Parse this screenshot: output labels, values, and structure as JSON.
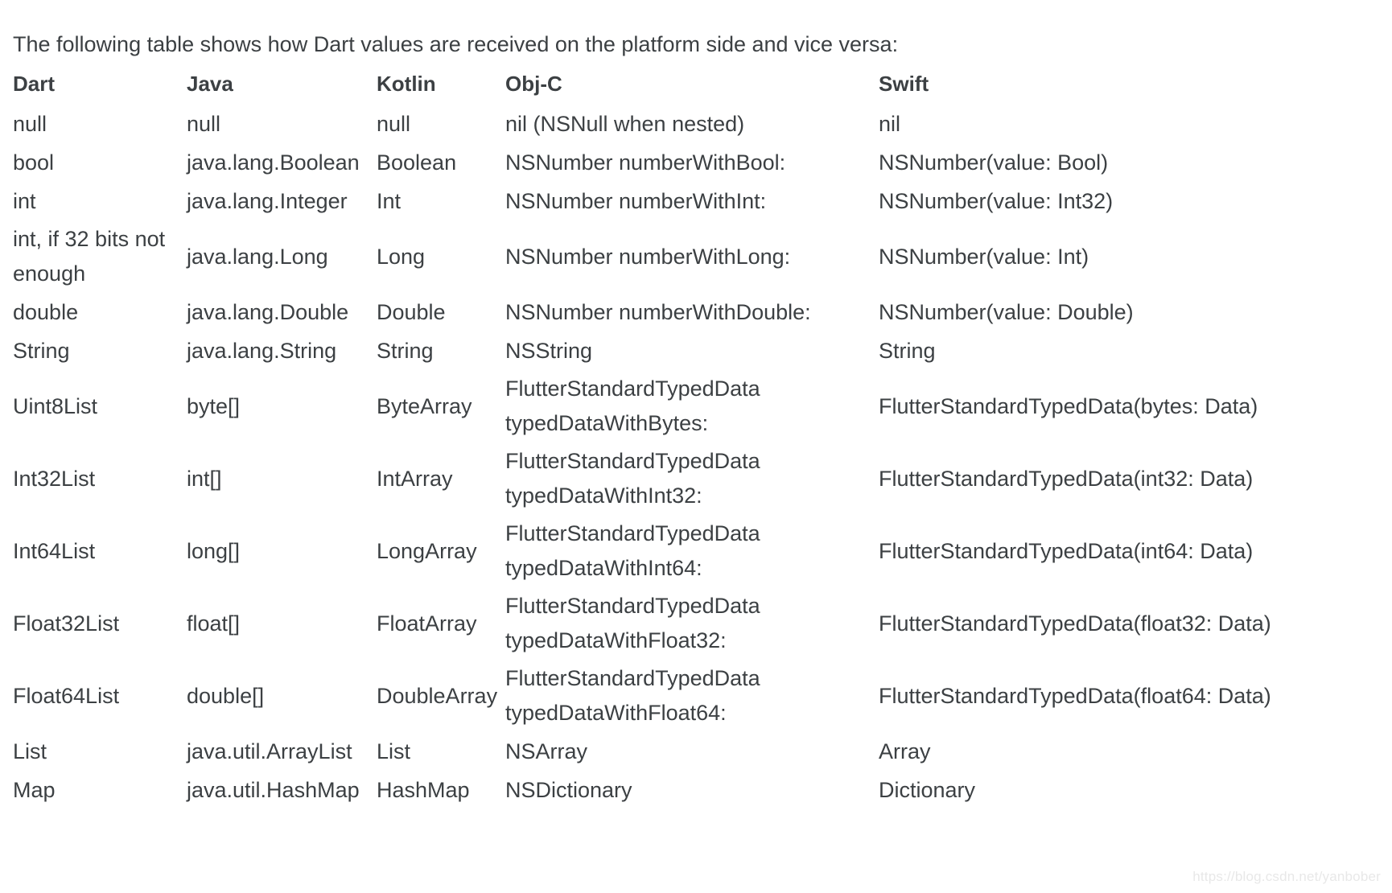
{
  "intro": {
    "text": "The following table shows how Dart values are received on the platform side and vice versa:"
  },
  "watermark": {
    "text": "https://blog.csdn.net/yanbober"
  },
  "colors": {
    "text": "#3c4043",
    "background": "#ffffff",
    "watermark": "#e8e8e8"
  },
  "table": {
    "headers": [
      "Dart",
      "Java",
      "Kotlin",
      "Obj-C",
      "Swift"
    ],
    "rows": [
      {
        "dart": "null",
        "java": "null",
        "kotlin": "null",
        "objc": "nil (NSNull when nested)",
        "swift": "nil",
        "tall": false
      },
      {
        "dart": "bool",
        "java": "java.lang.Boolean",
        "kotlin": "Boolean",
        "objc": "NSNumber numberWithBool:",
        "swift": "NSNumber(value: Bool)",
        "tall": false
      },
      {
        "dart": "int",
        "java": "java.lang.Integer",
        "kotlin": "Int",
        "objc": "NSNumber numberWithInt:",
        "swift": "NSNumber(value: Int32)",
        "tall": false
      },
      {
        "dart": "int, if 32 bits not enough",
        "java": "java.lang.Long",
        "kotlin": "Long",
        "objc": "NSNumber numberWithLong:",
        "swift": "NSNumber(value: Int)",
        "tall": true
      },
      {
        "dart": "double",
        "java": "java.lang.Double",
        "kotlin": "Double",
        "objc": "NSNumber numberWithDouble:",
        "swift": "NSNumber(value: Double)",
        "tall": false
      },
      {
        "dart": "String",
        "java": "java.lang.String",
        "kotlin": "String",
        "objc": "NSString",
        "swift": "String",
        "tall": false
      },
      {
        "dart": "Uint8List",
        "java": "byte[]",
        "kotlin": "ByteArray",
        "objc": "FlutterStandardTypedData typedDataWithBytes:",
        "swift": "FlutterStandardTypedData(bytes: Data)",
        "tall": true
      },
      {
        "dart": "Int32List",
        "java": "int[]",
        "kotlin": "IntArray",
        "objc": "FlutterStandardTypedData typedDataWithInt32:",
        "swift": "FlutterStandardTypedData(int32: Data)",
        "tall": true
      },
      {
        "dart": "Int64List",
        "java": "long[]",
        "kotlin": "LongArray",
        "objc": "FlutterStandardTypedData typedDataWithInt64:",
        "swift": "FlutterStandardTypedData(int64: Data)",
        "tall": true
      },
      {
        "dart": "Float32List",
        "java": "float[]",
        "kotlin": "FloatArray",
        "objc": "FlutterStandardTypedData typedDataWithFloat32:",
        "swift": "FlutterStandardTypedData(float32: Data)",
        "tall": true
      },
      {
        "dart": "Float64List",
        "java": "double[]",
        "kotlin": "DoubleArray",
        "objc": "FlutterStandardTypedData typedDataWithFloat64:",
        "swift": "FlutterStandardTypedData(float64: Data)",
        "tall": true
      },
      {
        "dart": "List",
        "java": "java.util.ArrayList",
        "kotlin": "List",
        "objc": "NSArray",
        "swift": "Array",
        "tall": false
      },
      {
        "dart": "Map",
        "java": "java.util.HashMap",
        "kotlin": "HashMap",
        "objc": "NSDictionary",
        "swift": "Dictionary",
        "tall": false
      }
    ]
  }
}
